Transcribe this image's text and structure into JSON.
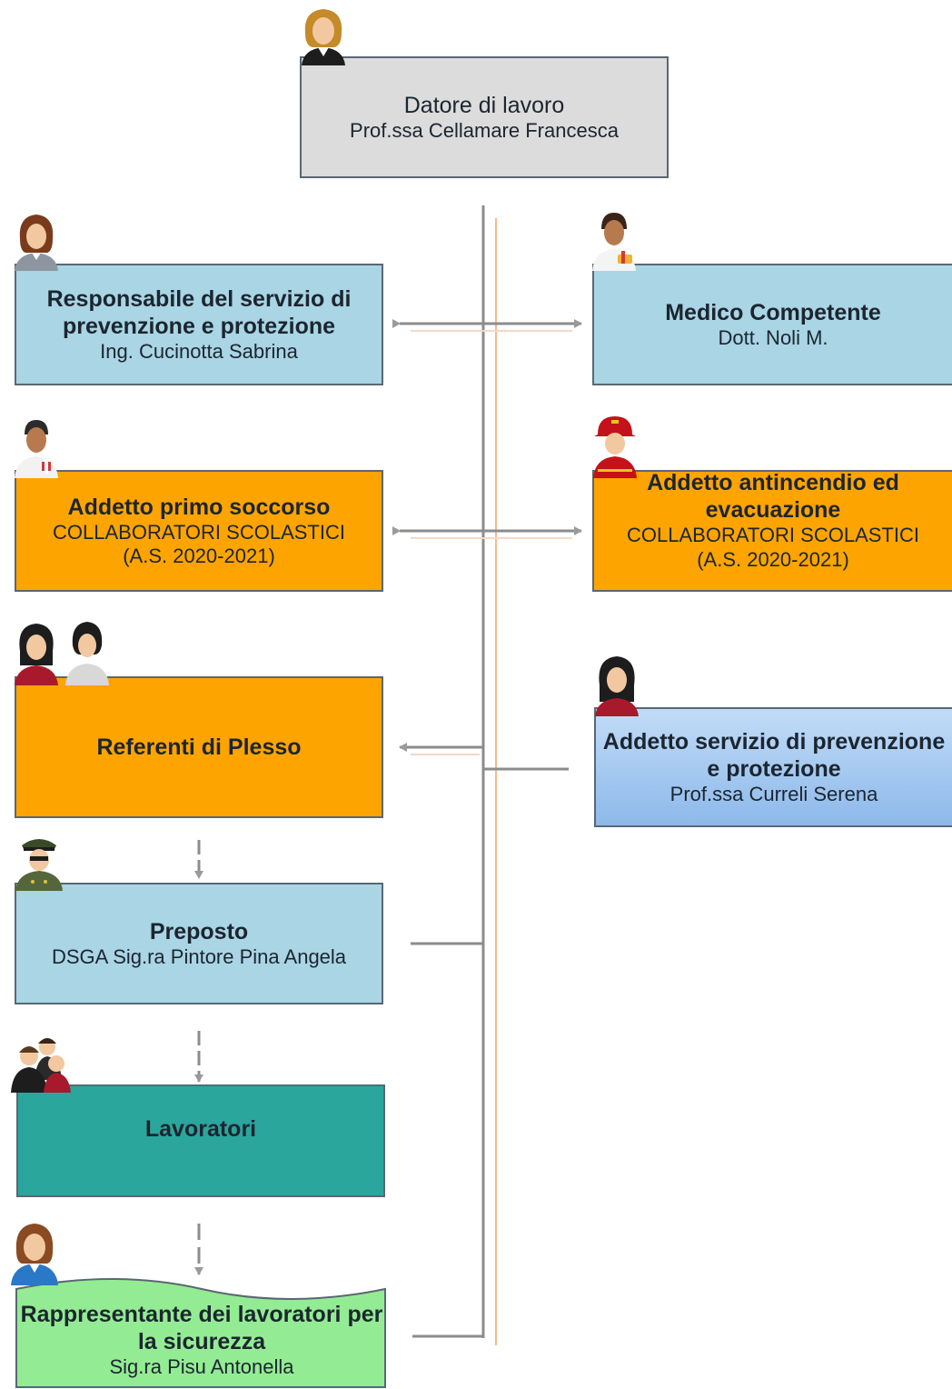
{
  "nodes": {
    "datore": {
      "title": "Datore di lavoro",
      "name": "Prof.ssa Cellamare Francesca"
    },
    "rspp": {
      "title": "Responsabile del servizio di prevenzione e protezione",
      "name": "Ing. Cucinotta Sabrina"
    },
    "medico": {
      "title": "Medico Competente",
      "name": "Dott. Noli M."
    },
    "primo_soccorso": {
      "title": "Addetto primo soccorso",
      "line1": "COLLABORATORI SCOLASTICI",
      "line2": "(A.S. 2020-2021)"
    },
    "antincendio": {
      "title": "Addetto antincendio ed evacuazione",
      "line1": "COLLABORATORI SCOLASTICI",
      "line2": "(A.S. 2020-2021)"
    },
    "referenti": {
      "title": "Referenti di Plesso"
    },
    "aspp": {
      "title": "Addetto servizio di prevenzione e protezione",
      "name": "Prof.ssa Curreli Serena"
    },
    "preposto": {
      "title": "Preposto",
      "name": "DSGA Sig.ra Pintore Pina Angela"
    },
    "lavoratori": {
      "title": "Lavoratori"
    },
    "rls": {
      "title": "Rappresentante dei lavoratori per la sicurezza",
      "name": "Sig.ra Pisu Antonella"
    }
  },
  "colors": {
    "grey": "#dcdcdc",
    "light_blue": "#a9d5e4",
    "orange": "#fea400",
    "teal": "#2aa69d",
    "green": "#93ec93",
    "connector": "#8c8c8c",
    "trunk_accent": "#f6b98c"
  },
  "icons": [
    "woman-icon",
    "woman-icon",
    "doctor-icon",
    "man-icon",
    "firefighter-icon",
    "two-women-icon",
    "woman-icon",
    "officer-icon",
    "workers-icon",
    "woman-icon"
  ]
}
